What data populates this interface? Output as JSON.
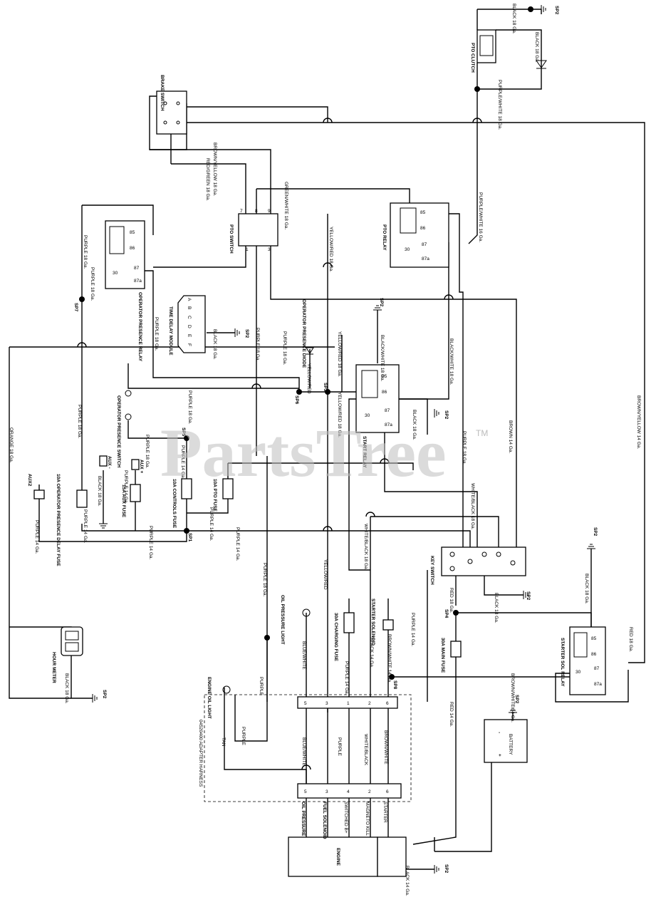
{
  "watermark": "PartsTree",
  "watermark_tm": "TM",
  "harness": {
    "adapter_harness": "04520400 ADAPTER HARNESS",
    "top_pins": [
      "5",
      "3",
      "1",
      "2",
      "6"
    ],
    "bottom_pins": [
      "5",
      "3",
      "4",
      "2",
      "6"
    ]
  },
  "components": {
    "brake_switch": "BRAKE SWITCH",
    "pto_switch": "PTO SWITCH",
    "pto_relay": "PTO RELAY",
    "pto_clutch": "PTO CLUTCH",
    "operator_presence_relay": "OPERATOR PRESENCE RELAY",
    "time_delay_module": "TIME DELAY MODULE",
    "operator_presence_diode": "OPERATOR PRESENCE DIODE",
    "start_relay": "START RELAY",
    "operator_presence_switch": "OPERATOR PRESENCE SWITCH",
    "key_switch": "KEY SWITCH",
    "starter_sol_relay": "STARTER SOL RELAY",
    "battery": "BATTERY",
    "engine": "ENGINE",
    "hour_meter": "HOUR METER",
    "oil_pressure_light": "OIL PRESSURE LIGHT",
    "engine_oil_light": "ENGINE OIL LIGHT",
    "charging_fuse": "30A CHARGING FUSE",
    "starter_solenoid": "STARTER SOLENOID",
    "main_fuse": "30A MAIN FUSE",
    "controls_fuse": "10A CONTROLS FUSE",
    "pto_fuse": "10A PTO FUSE",
    "aux_fuse": "15A AUX FUSE",
    "op_delay_fuse": "10A OPERATOR PRESENCE DELAY FUSE",
    "aux2": "AUX2",
    "aux_minus": "AUX -",
    "aux_plus": "AUX +"
  },
  "engine_terminals": [
    "OIL PRESSURE",
    "FUEL SOLENOID",
    "SWITCHED B+",
    "MAGNETO KILL",
    "STARTER"
  ],
  "relay_pins": [
    "85",
    "86",
    "30",
    "87",
    "87a"
  ],
  "module_pins": [
    "A",
    "B",
    "C",
    "D",
    "E",
    "F"
  ],
  "splices": [
    "SP1",
    "SP2",
    "SP3",
    "SP4",
    "SP5",
    "SP6",
    "SP7",
    "SP8"
  ],
  "wires": {
    "purple_18": "PURPLE 18 Ga.",
    "purple_14": "PURPLE 14 Ga.",
    "purple": "PURPLE",
    "black_18": "BLACK 18 Ga.",
    "black_14": "BLACK 14 Ga.",
    "black": "BLACK",
    "orange_18": "ORANGE 18 Ga.",
    "brown_14": "BROWN 14 Ga.",
    "brown_yellow_14": "BROWN/YELLOW 14 Ga.",
    "brown_yellow_18": "BROWN/YELLOW 18 Ga.",
    "brown_white_14": "BROWN/WHITE 14 Ga.",
    "brown_white": "BROWN/WHITE",
    "red_green_18": "RED/GREEN 18 Ga.",
    "green_white_18": "GREEN/WHITE 18 Ga.",
    "yellow_red_18": "YELLOW/RED 18 Ga.",
    "yellow_red": "YELLOW/RED",
    "yellow_red_mirror": "YELLOW/RED 18 Ga.",
    "purple_white_16": "PURPLE/WHITE 16 Ga.",
    "purple_white_18": "PURPLE/WHITE 18 Ga.",
    "black_white_18": "BLACK/WHITE 18 Ga.",
    "white_black_18": "WHITE/BLACK 18 Ga.",
    "white_black": "WHITE/BLACK",
    "blue_white": "BLUE/WHITE",
    "red_14": "RED 14 Ga.",
    "red_18": "RED 18 Ga.",
    "tan": "TAN",
    "yellow_red_plain": "YELLOW/RED",
    "purple_white": "PURPLE/WHITE"
  }
}
